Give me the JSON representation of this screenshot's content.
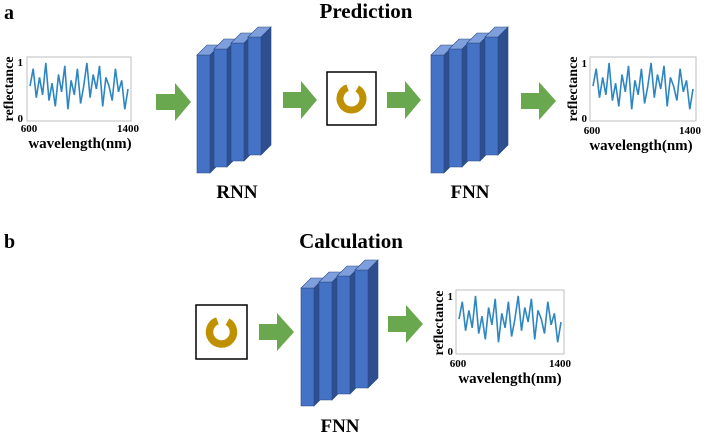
{
  "panel_a": {
    "letter": "a",
    "title": "Prediction",
    "input_plot": {
      "y_label": "reflectance",
      "x_label": "wavelength(nm)",
      "y_max_tick": "1",
      "y_min_tick": "0",
      "x_min_tick": "600",
      "x_max_tick": "1400"
    },
    "encoder_label": "RNN",
    "decoder_label": "FNN",
    "output_plot": {
      "y_label": "reflectance",
      "x_label": "wavelength(nm)",
      "y_max_tick": "1",
      "y_min_tick": "0",
      "x_min_tick": "600",
      "x_max_tick": "1400"
    }
  },
  "panel_b": {
    "letter": "b",
    "title": "Calculation",
    "network_label": "FNN",
    "output_plot": {
      "y_label": "reflectance",
      "x_label": "wavelength(nm)",
      "y_max_tick": "1",
      "y_min_tick": "0",
      "x_min_tick": "600",
      "x_max_tick": "1400"
    }
  },
  "spectrum": [
    0.55,
    0.85,
    0.35,
    0.7,
    0.4,
    0.95,
    0.3,
    0.6,
    0.2,
    0.75,
    0.45,
    0.9,
    0.15,
    0.65,
    0.4,
    0.85,
    0.25,
    0.55,
    0.95,
    0.35,
    0.75,
    0.5,
    0.9,
    0.2,
    0.7,
    0.55,
    0.3,
    0.85,
    0.45,
    0.65,
    0.15,
    0.5
  ],
  "colors": {
    "arrow": "#6aa84f",
    "layer_front": "#4472c4",
    "layer_top": "#7f9fdc",
    "layer_side": "#2e4f8f",
    "ring": "#bf9000",
    "curve": "#2e86c1"
  }
}
